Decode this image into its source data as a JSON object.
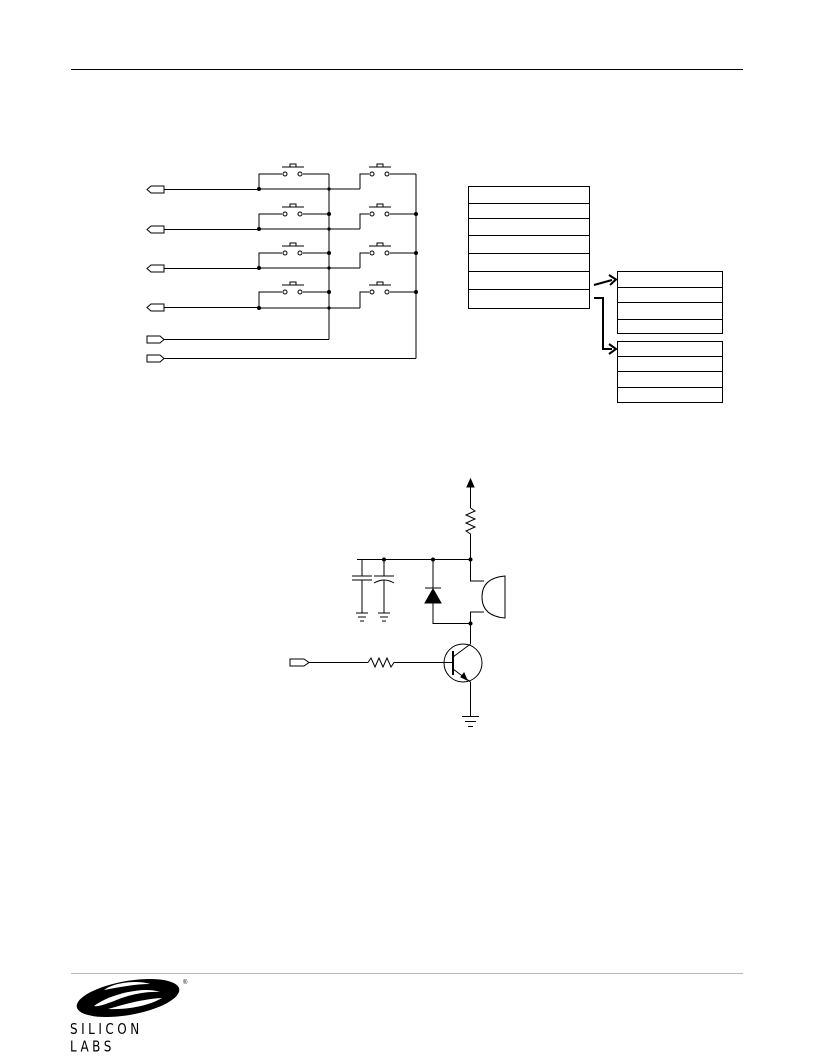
{
  "page": {
    "background": "#ffffff",
    "line_color": "#000000",
    "footer_rule_color": "#b8b8b8"
  },
  "keypad": {
    "input_ports": 4,
    "output_ports": 2,
    "switches_per_row": 2,
    "register_rows": 7,
    "lookup_table_a_rows": 4,
    "lookup_table_b_rows": 4
  },
  "buzzer_driver": {
    "capacitors": 2,
    "components": [
      "pull-up-resistor",
      "diode",
      "buzzer",
      "npn-transistor",
      "base-resistor"
    ]
  },
  "footer": {
    "logo_text": "SILICON LABS",
    "registered_mark": "®"
  }
}
